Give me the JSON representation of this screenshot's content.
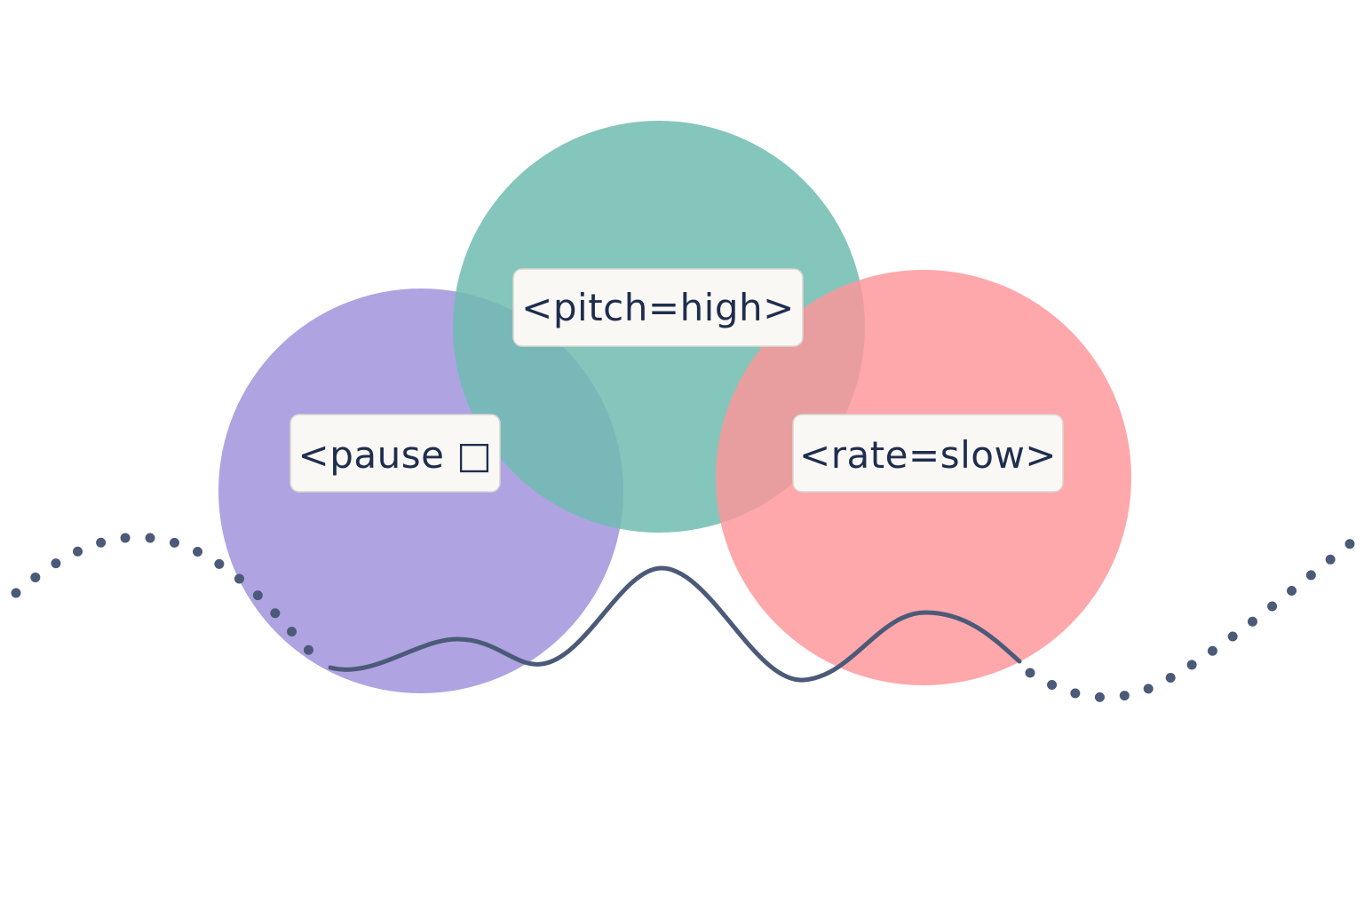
{
  "colors": {
    "background": "#ffffff",
    "circle_left": "#9d8fdc",
    "circle_center": "#6fbcb0",
    "circle_right": "#fe9599",
    "label_box_fill": "#f9f8f5",
    "label_box_stroke": "#d9d5d0",
    "label_text": "#1f2d4e",
    "wave_line": "#4b5a78"
  },
  "labels": {
    "left": "<pause □",
    "center": "<pitch=high>",
    "right": "<rate=slow>"
  }
}
